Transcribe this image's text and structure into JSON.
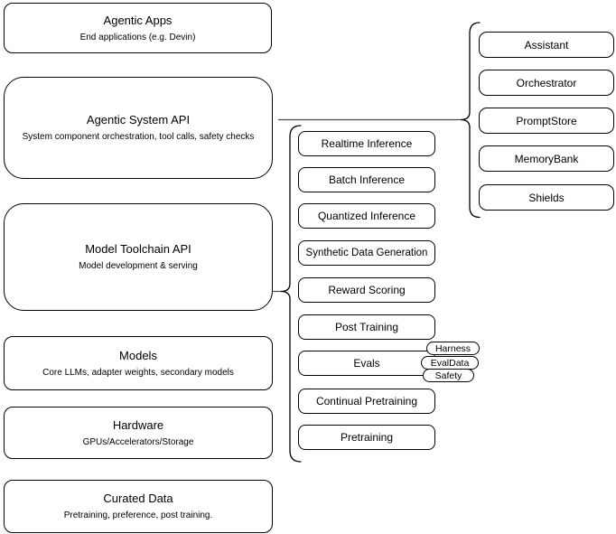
{
  "diagram": {
    "stack": [
      {
        "title": "Agentic Apps",
        "subtitle": "End applications (e.g. Devin)"
      },
      {
        "title": "Agentic System API",
        "subtitle": "System component orchestration, tool calls, safety checks"
      },
      {
        "title": "Model Toolchain API",
        "subtitle": "Model development & serving"
      },
      {
        "title": "Models",
        "subtitle": "Core LLMs, adapter weights, secondary models"
      },
      {
        "title": "Hardware",
        "subtitle": "GPUs/Accelerators/Storage"
      },
      {
        "title": "Curated Data",
        "subtitle": "Pretraining, preference, post training."
      }
    ],
    "toolchain_items": [
      "Realtime Inference",
      "Batch Inference",
      "Quantized Inference",
      "Synthetic Data Generation",
      "Reward Scoring",
      "Post Training",
      "Evals",
      "Continual Pretraining",
      "Pretraining"
    ],
    "eval_tags": [
      "Harness",
      "EvalData",
      "Safety"
    ],
    "system_components": [
      "Assistant",
      "Orchestrator",
      "PromptStore",
      "MemoryBank",
      "Shields"
    ],
    "colors": {
      "background": "#ffffff",
      "box_border": "#000000",
      "text": "#000000",
      "connector": "#4d4d4d"
    }
  }
}
